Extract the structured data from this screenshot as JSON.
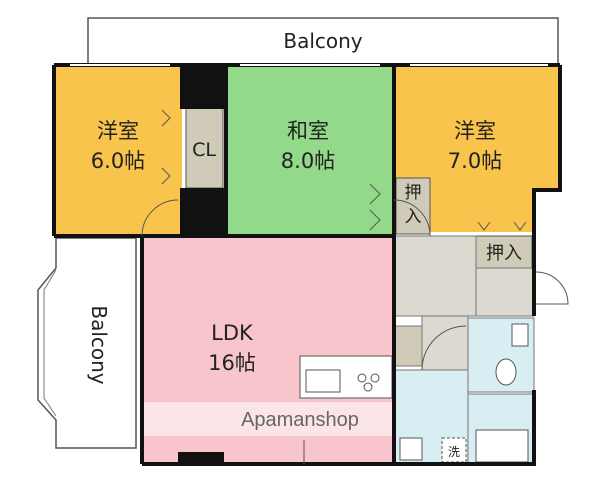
{
  "rooms": {
    "balcony_top": {
      "label": "Balcony"
    },
    "balcony_left": {
      "label": "Balcony"
    },
    "western_room_left": {
      "name": "洋室",
      "size": "6.0帖"
    },
    "closet": {
      "label": "CL"
    },
    "japanese_room": {
      "name": "和室",
      "size": "8.0帖"
    },
    "western_room_right": {
      "name": "洋室",
      "size": "7.0帖"
    },
    "oshiire_1": {
      "label": "押入"
    },
    "oshiire_2": {
      "label": "押入"
    },
    "ldk": {
      "name": "LDK",
      "size": "16帖"
    },
    "laundry": {
      "label": "洗"
    }
  },
  "watermark": {
    "text": "Apamanshop"
  },
  "colors": {
    "western": "#f8c44c",
    "japanese": "#93d98a",
    "ldk": "#f7c5cb",
    "wet": "#d9eef2",
    "storage": "#cfcbb8",
    "hall": "#dcdad0",
    "wall": "#111111"
  }
}
